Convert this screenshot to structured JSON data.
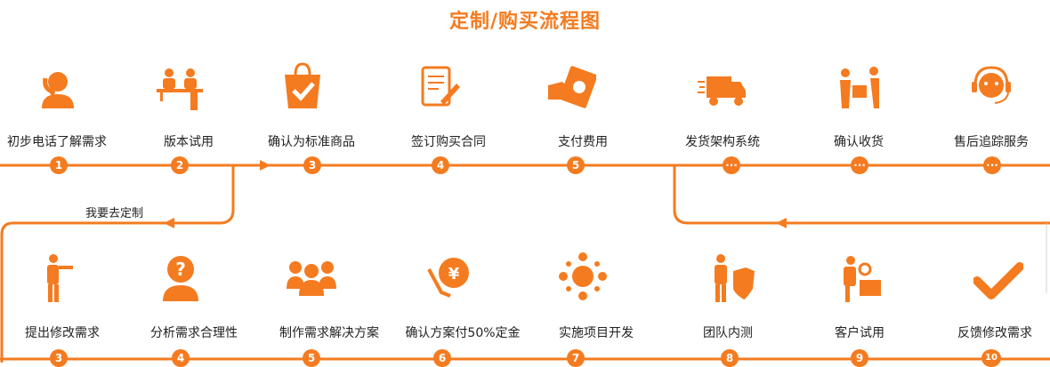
{
  "title": "定制/购买流程图",
  "colors": {
    "accent": "#f47b20",
    "text": "#222222"
  },
  "branch_label": "我要去定制",
  "top_row": [
    {
      "label": "初步电话了解需求",
      "badge": "1",
      "icon": "phone-operator-icon"
    },
    {
      "label": "版本试用",
      "badge": "2",
      "icon": "desk-meeting-icon"
    },
    {
      "label": "确认为标准商品",
      "badge": "3",
      "icon": "shopping-bag-check-icon"
    },
    {
      "label": "签订购买合同",
      "badge": "4",
      "icon": "contract-sign-icon"
    },
    {
      "label": "支付费用",
      "badge": "5",
      "icon": "pay-money-icon"
    },
    {
      "label": "发货架构系统",
      "badge": "···",
      "icon": "delivery-truck-icon"
    },
    {
      "label": "确认收货",
      "badge": "···",
      "icon": "receive-package-icon"
    },
    {
      "label": "售后追踪服务",
      "badge": "···",
      "icon": "headset-support-icon"
    }
  ],
  "bottom_row": [
    {
      "label": "提出修改需求",
      "badge": "3",
      "icon": "person-pointing-icon"
    },
    {
      "label": "分析需求合理性",
      "badge": "4",
      "icon": "person-question-icon"
    },
    {
      "label": "制作需求解决方案",
      "badge": "5",
      "icon": "team-group-icon"
    },
    {
      "label": "确认方案付50%定金",
      "badge": "6",
      "icon": "yen-payment-icon"
    },
    {
      "label": "实施项目开发",
      "badge": "7",
      "icon": "round-table-icon"
    },
    {
      "label": "团队内测",
      "badge": "8",
      "icon": "person-shield-icon"
    },
    {
      "label": "客户试用",
      "badge": "9",
      "icon": "person-inspect-icon"
    },
    {
      "label": "反馈修改需求",
      "badge": "10",
      "icon": "checkmark-icon"
    }
  ]
}
